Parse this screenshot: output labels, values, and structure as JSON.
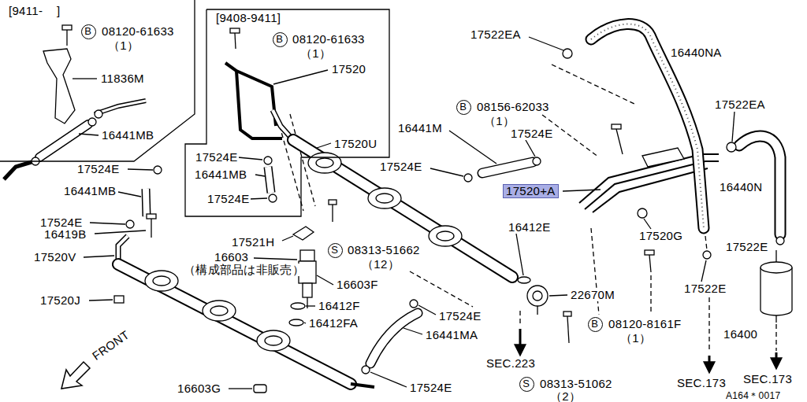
{
  "diagram": {
    "nodes": [
      {
        "text": [
          "[9411-    ]",
          "08120-61633",
          "（1）",
          "11836M",
          "16441MB"
        ]
      },
      {
        "text": [
          "B"
        ],
        "in": 0
      },
      {
        "text": [
          "[9408-9411]",
          "08120-61633",
          "（1）",
          "17520",
          "17524E",
          "16441MB",
          "17524E"
        ]
      },
      {
        "text": [
          "B"
        ],
        "in": 2
      },
      {
        "text": [
          "B"
        ]
      },
      {
        "text": [
          "S"
        ]
      },
      {
        "text": [
          "S"
        ]
      },
      {
        "text": [
          "B"
        ]
      },
      {
        "text": [
          "17520+A"
        ]
      }
    ],
    "labels": [
      "17524E",
      "16441MB",
      "17524E",
      "16419B",
      "17520V",
      "17520J",
      "17520U",
      "17521H",
      "08313-51662",
      "（12）",
      "16603",
      "（構成部品は非販売）",
      "16603F",
      "16412F",
      "16412FA",
      "16603G",
      "17524E",
      "16441MA",
      "17524E",
      "SEC.223",
      "08313-51062",
      "（2）",
      "22670M",
      "08120-8161F",
      "（1）",
      "16412E",
      "16441M",
      "17524E",
      "17524E",
      "08156-62033",
      "（1）",
      "17522EA",
      "16440NA",
      "17522EA",
      "16440N",
      "17520G",
      "17522E",
      "17522E",
      "16400",
      "SEC.173",
      "SEC.173",
      "A164＊0017",
      "FRONT"
    ]
  }
}
